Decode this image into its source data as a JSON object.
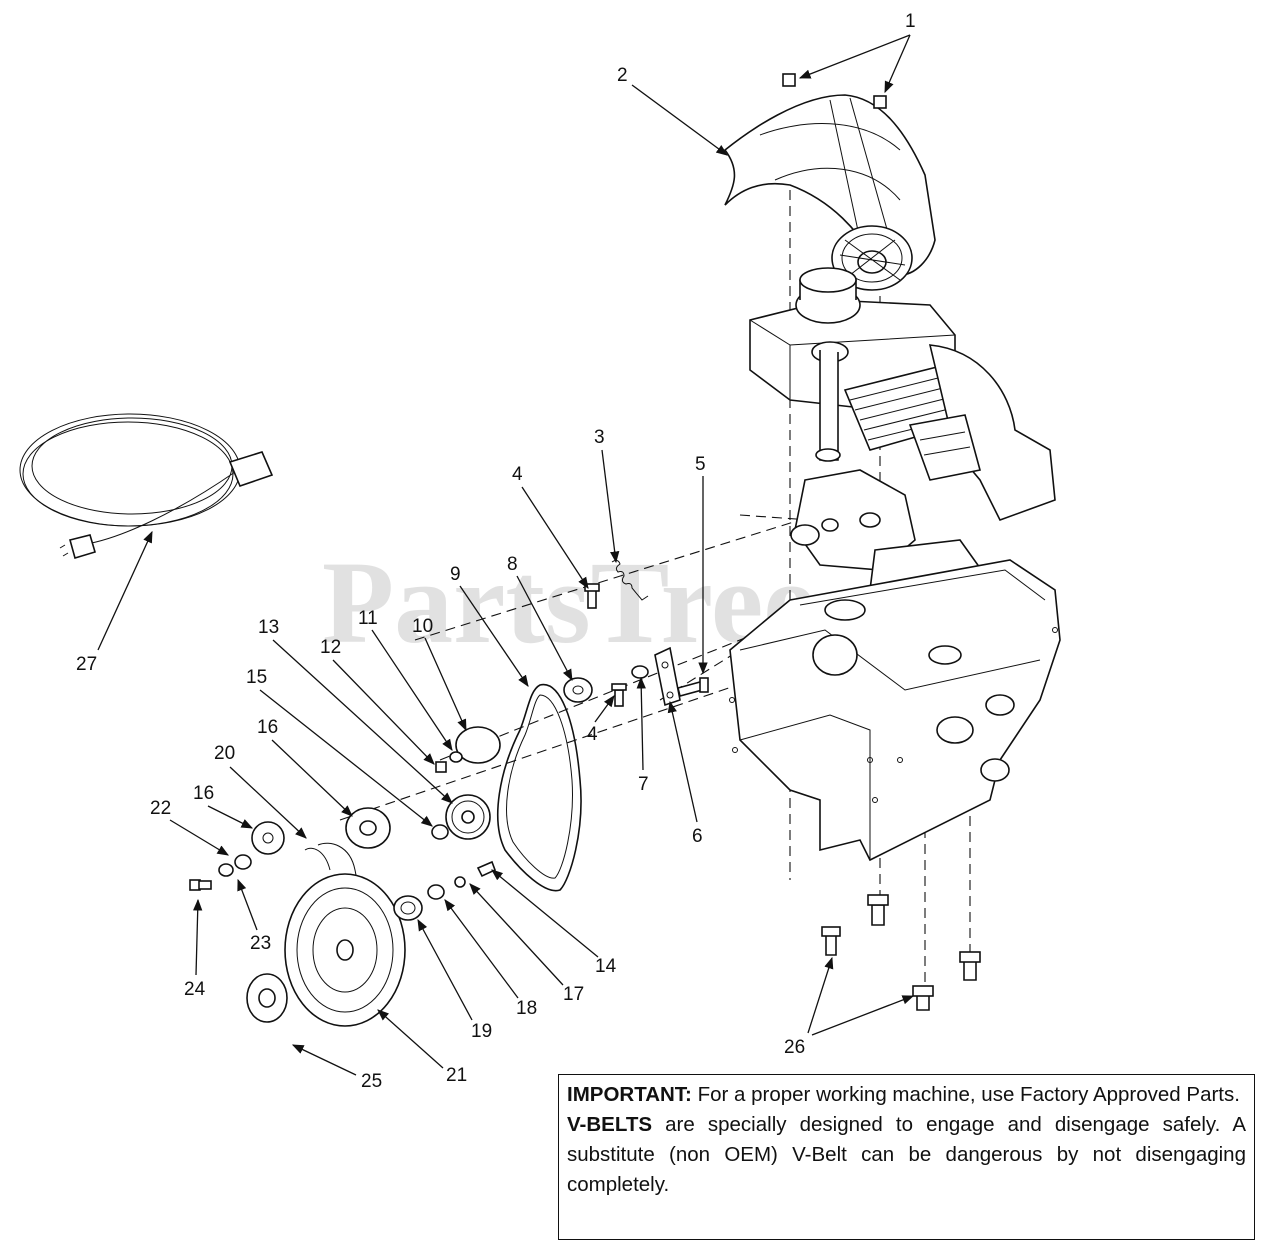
{
  "watermark": {
    "brand": "PartsTree",
    "trademark": "™"
  },
  "callouts": [
    "1",
    "2",
    "3",
    "4",
    "4",
    "5",
    "6",
    "7",
    "8",
    "9",
    "10",
    "11",
    "12",
    "13",
    "14",
    "15",
    "16",
    "16",
    "17",
    "18",
    "19",
    "20",
    "21",
    "22",
    "23",
    "24",
    "25",
    "26",
    "27"
  ],
  "notice": {
    "important_label": "IMPORTANT:",
    "important_text": " For a proper working machine, use Factory Approved Parts.",
    "vbelts_label": "V-BELTS",
    "vbelts_text": " are specially designed to engage and disengage safely.  A substitute (non OEM) V-Belt can be dangerous by not disengaging completely."
  }
}
